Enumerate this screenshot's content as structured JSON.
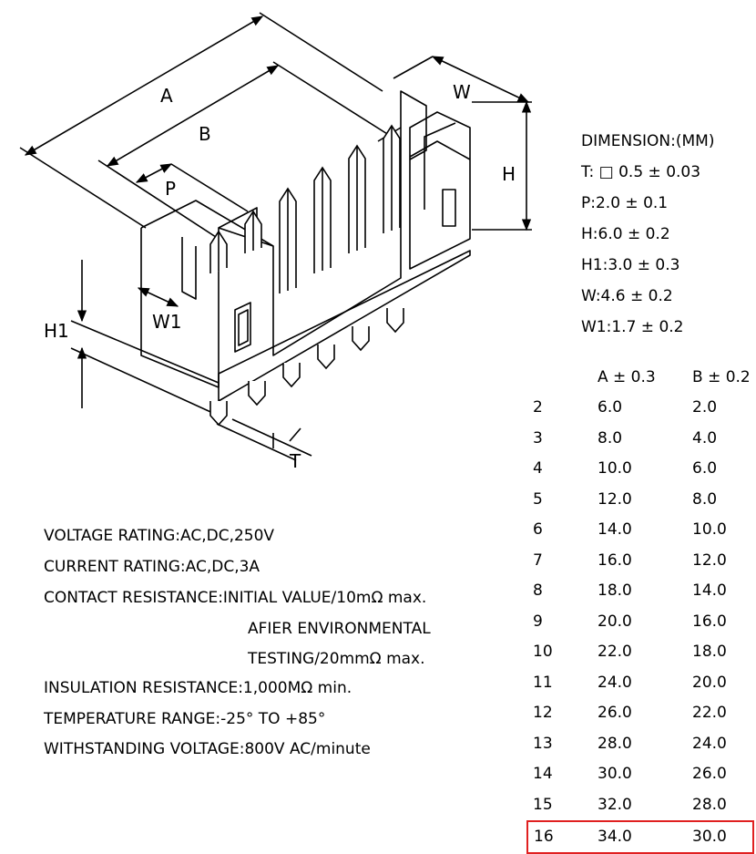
{
  "labels": {
    "A": "A",
    "B": "B",
    "P": "P",
    "W": "W",
    "H": "H",
    "W1": "W1",
    "H1": "H1",
    "T": "T"
  },
  "dimensions": {
    "heading": "DIMENSION:(MM)",
    "items": [
      "T: □ 0.5 ± 0.03",
      "P:2.0 ± 0.1",
      "H:6.0 ± 0.2",
      "H1:3.0 ± 0.3",
      "W:4.6 ± 0.2",
      "W1:1.7 ± 0.2"
    ]
  },
  "specs": {
    "voltage": "VOLTAGE RATING:AC,DC,250V",
    "current": "CURRENT RATING:AC,DC,3A",
    "contact": "CONTACT RESISTANCE:INITIAL VALUE/10mΩ max.",
    "contact_2": "AFIER ENVIRONMENTAL",
    "contact_3": "TESTING/20mmΩ max.",
    "insulation": "INSULATION RESISTANCE:1,000MΩ min.",
    "temperature": "TEMPERATURE RANGE:-25° TO +85°",
    "withstanding": "WITHSTANDING VOLTAGE:800V AC/minute"
  },
  "pin_table": {
    "headers": [
      "",
      "A ± 0.3",
      "B ± 0.2"
    ],
    "rows": [
      [
        "2",
        "6.0",
        "2.0"
      ],
      [
        "3",
        "8.0",
        "4.0"
      ],
      [
        "4",
        "10.0",
        "6.0"
      ],
      [
        "5",
        "12.0",
        "8.0"
      ],
      [
        "6",
        "14.0",
        "10.0"
      ],
      [
        "7",
        "16.0",
        "12.0"
      ],
      [
        "8",
        "18.0",
        "14.0"
      ],
      [
        "9",
        "20.0",
        "16.0"
      ],
      [
        "10",
        "22.0",
        "18.0"
      ],
      [
        "11",
        "24.0",
        "20.0"
      ],
      [
        "12",
        "26.0",
        "22.0"
      ],
      [
        "13",
        "28.0",
        "24.0"
      ],
      [
        "14",
        "30.0",
        "26.0"
      ],
      [
        "15",
        "32.0",
        "28.0"
      ],
      [
        "16",
        "34.0",
        "30.0"
      ]
    ],
    "highlight_row": "16",
    "highlight_color": "#e02020"
  }
}
